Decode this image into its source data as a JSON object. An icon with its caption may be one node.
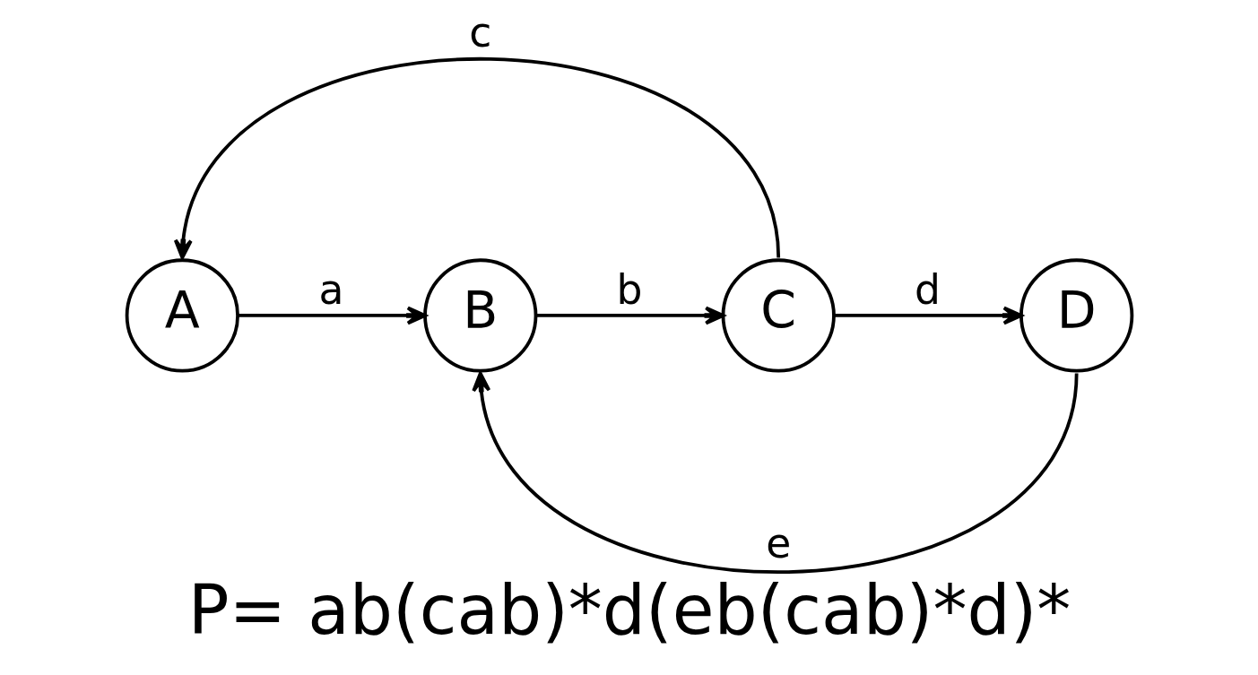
{
  "diagram": {
    "caption": "P= ab(cab)*d(eb(cab)*d)*",
    "nodes": [
      {
        "text": [
          "A"
        ]
      },
      {
        "text": [
          "B"
        ]
      },
      {
        "text": [
          "C"
        ]
      },
      {
        "text": [
          "D"
        ]
      }
    ],
    "edges": [
      {
        "from": 0,
        "to": 1,
        "arrow": "to",
        "label": "a"
      },
      {
        "from": 1,
        "to": 2,
        "arrow": "to",
        "label": "b"
      },
      {
        "from": 2,
        "to": 0,
        "arrow": "to",
        "label": "c"
      },
      {
        "from": 2,
        "to": 3,
        "arrow": "to",
        "label": "d"
      },
      {
        "from": 3,
        "to": 1,
        "arrow": "to",
        "label": "e"
      }
    ]
  }
}
